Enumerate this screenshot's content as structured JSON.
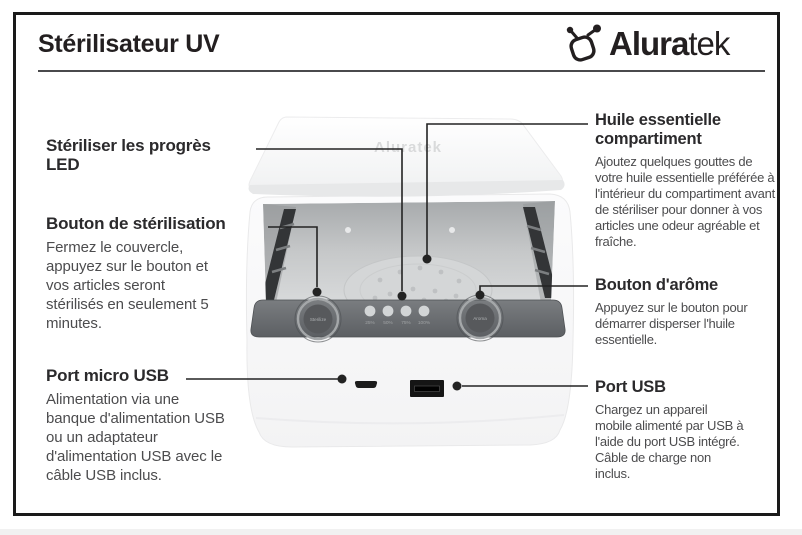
{
  "header": {
    "title": "Stérilisateur UV",
    "brand": {
      "bold": "Alura",
      "light": "tek"
    }
  },
  "annotations": {
    "sterilize_led": {
      "heading": "Stériliser les progrès LED"
    },
    "sterilize_button": {
      "heading": "Bouton de stérilisation",
      "body": "Fermez le couvercle, appuyez sur le bouton et vos articles seront stérilisés en seulement 5 minutes."
    },
    "micro_usb": {
      "heading": "Port micro USB",
      "body": "Alimentation via une banque d'alimentation USB ou un adaptateur d'alimentation USB avec le câble USB inclus."
    },
    "oil_compartment": {
      "heading": "Huile essentielle compartiment",
      "body": "Ajoutez quelques gouttes de votre huile essentielle préférée à l'intérieur du compartiment avant de stériliser pour donner à vos articles une odeur agréable et fraîche."
    },
    "aroma_button": {
      "heading": "Bouton d'arôme",
      "body": "Appuyez sur le bouton pour démarrer disperser l'huile essentielle."
    },
    "usb_port": {
      "heading": "Port USB",
      "body": "Chargez un appareil mobile alimenté par USB à l'aide du port USB intégré. Câble de charge non inclus."
    }
  },
  "device": {
    "lid_logo": "Aluratek",
    "sterilize_button_label": "Sterilize",
    "aroma_button_label": "Aroma",
    "led_labels": [
      "25%",
      "50%",
      "75%",
      "100%"
    ]
  },
  "colors": {
    "ink": "#231f20",
    "body_text": "#4c4c4e",
    "border": "#1a1a1a",
    "panel": "#636669"
  }
}
